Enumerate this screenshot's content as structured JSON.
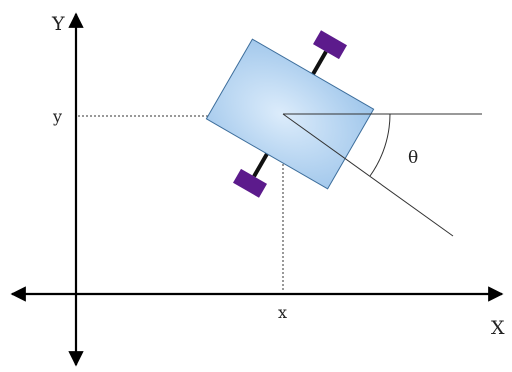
{
  "diagram": {
    "axis_labels": {
      "x_axis": "X",
      "y_axis": "Y"
    },
    "point_labels": {
      "x": "x",
      "y": "y"
    },
    "angle_label": "θ",
    "robot": {
      "body_fill_gradient": [
        "#dcecfb",
        "#9cc4ea"
      ],
      "body_stroke": "#3d6e9c",
      "wheel_color": "#5c1b8c",
      "axle_color": "#111111"
    },
    "colors": {
      "axes": "#000000",
      "guides": "#333333"
    }
  }
}
